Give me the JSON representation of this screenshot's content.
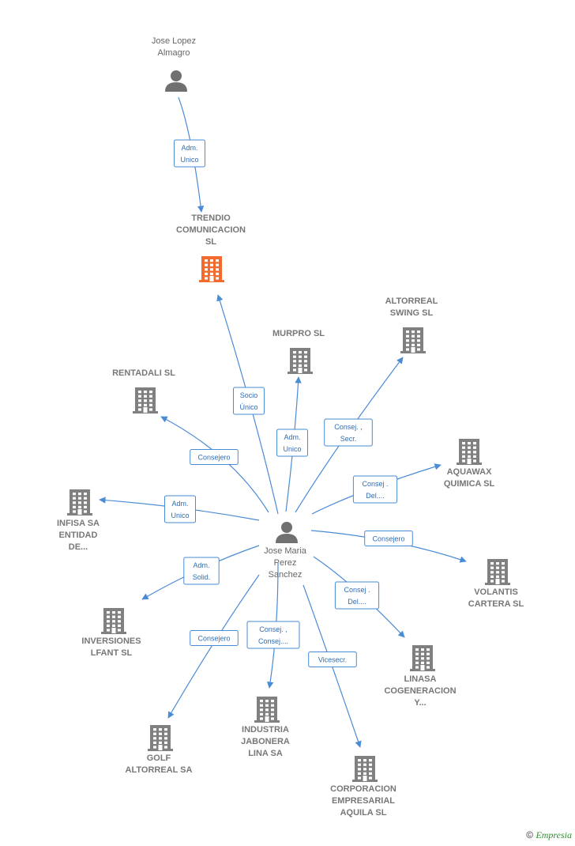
{
  "colors": {
    "edge": "#4a8bd6",
    "company": "#808080",
    "highlight": "#f26a2e",
    "person": "#707070"
  },
  "nodes": [
    {
      "id": "jose_lopez",
      "type": "person",
      "lines": [
        "Jose Lopez",
        "Almagro"
      ]
    },
    {
      "id": "trendio",
      "type": "company",
      "highlight": true,
      "lines": [
        "TRENDIO",
        "COMUNICACION",
        "SL"
      ]
    },
    {
      "id": "jose_maria",
      "type": "person",
      "lines": [
        "Jose Maria",
        "Perez",
        "Sanchez"
      ]
    },
    {
      "id": "murpro",
      "type": "company",
      "lines": [
        "MURPRO SL"
      ]
    },
    {
      "id": "altorreal_swing",
      "type": "company",
      "lines": [
        "ALTORREAL",
        "SWING  SL"
      ]
    },
    {
      "id": "rentadali",
      "type": "company",
      "lines": [
        "RENTADALI  SL"
      ]
    },
    {
      "id": "aquawax",
      "type": "company",
      "lines": [
        "AQUAWAX",
        "QUIMICA SL"
      ]
    },
    {
      "id": "infisa",
      "type": "company",
      "lines": [
        "INFISA SA",
        "ENTIDAD",
        "DE..."
      ]
    },
    {
      "id": "volantis",
      "type": "company",
      "lines": [
        "VOLANTIS",
        "CARTERA  SL"
      ]
    },
    {
      "id": "inversiones",
      "type": "company",
      "lines": [
        "INVERSIONES",
        "LFANT  SL"
      ]
    },
    {
      "id": "linasa",
      "type": "company",
      "lines": [
        "LINASA",
        "COGENERACION",
        "Y..."
      ]
    },
    {
      "id": "industria",
      "type": "company",
      "lines": [
        "INDUSTRIA",
        "JABONERA",
        "LINA SA"
      ]
    },
    {
      "id": "golf",
      "type": "company",
      "lines": [
        "GOLF",
        "ALTORREAL SA"
      ]
    },
    {
      "id": "corporacion",
      "type": "company",
      "lines": [
        "CORPORACION",
        "EMPRESARIAL",
        "AQUILA SL"
      ]
    }
  ],
  "edges": [
    {
      "from": "jose_lopez",
      "to": "trendio",
      "label": [
        "Adm.",
        "Unico"
      ]
    },
    {
      "from": "jose_maria",
      "to": "trendio",
      "label": [
        "Socio",
        "Único"
      ]
    },
    {
      "from": "jose_maria",
      "to": "murpro",
      "label": [
        "Adm.",
        "Unico"
      ]
    },
    {
      "from": "jose_maria",
      "to": "altorreal_swing",
      "label": [
        "Consej. ,",
        "Secr."
      ]
    },
    {
      "from": "jose_maria",
      "to": "rentadali",
      "label": [
        "Consejero"
      ]
    },
    {
      "from": "jose_maria",
      "to": "aquawax",
      "label": [
        "Consej .",
        "Del...."
      ]
    },
    {
      "from": "jose_maria",
      "to": "infisa",
      "label": [
        "Adm.",
        "Unico"
      ]
    },
    {
      "from": "jose_maria",
      "to": "volantis",
      "label": [
        "Consejero"
      ]
    },
    {
      "from": "jose_maria",
      "to": "inversiones",
      "label": [
        "Adm.",
        "Solid."
      ]
    },
    {
      "from": "jose_maria",
      "to": "linasa",
      "label": [
        "Consej .",
        "Del...."
      ]
    },
    {
      "from": "jose_maria",
      "to": "industria",
      "label": [
        "Consej. ,",
        "Consej...."
      ]
    },
    {
      "from": "jose_maria",
      "to": "golf",
      "label": [
        "Consejero"
      ]
    },
    {
      "from": "jose_maria",
      "to": "corporacion",
      "label": [
        "Vicesecr."
      ]
    }
  ],
  "footer": {
    "copyright": "©",
    "brand": "Empresia"
  }
}
